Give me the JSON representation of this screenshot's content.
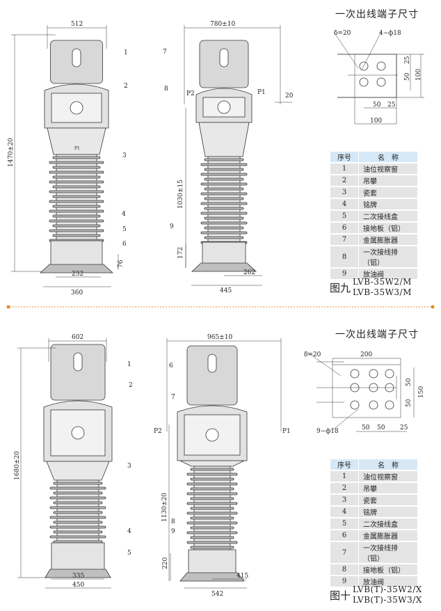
{
  "terminal_title": "一次出线端子尺寸",
  "fig9": {
    "label": "图九",
    "models": [
      "LVB-35W2/M",
      "LVB-35W3/M"
    ],
    "front": {
      "width": "512",
      "height": "1470±20",
      "base_inner": "232",
      "base_outer": "360",
      "foot": "76",
      "callouts": [
        "1",
        "2",
        "3",
        "4",
        "5",
        "6"
      ],
      "plate": "P1"
    },
    "side": {
      "width": "780±10",
      "height": "1030±15",
      "base_h": "172",
      "offset": "262",
      "base": "445",
      "terminal": "20",
      "p2": "P2",
      "p1": "P1",
      "callouts": [
        "7",
        "8",
        "9"
      ]
    },
    "terminal": {
      "thickness": "δ=20",
      "holes": "4−ф18",
      "d1": "25",
      "d2": "50",
      "d3": "100",
      "w1": "50",
      "w2": "25",
      "w3": "100"
    },
    "table": {
      "headers": [
        "序号",
        "名　称"
      ],
      "rows": [
        [
          "1",
          "油位视察窗"
        ],
        [
          "2",
          "吊攀"
        ],
        [
          "3",
          "瓷套"
        ],
        [
          "4",
          "铭牌"
        ],
        [
          "5",
          "二次接线盒"
        ],
        [
          "6",
          "接地板（铝）"
        ],
        [
          "7",
          "金属膨胀器"
        ],
        [
          "8",
          "一次接线排（铝）"
        ],
        [
          "9",
          "放油阀"
        ]
      ]
    }
  },
  "fig10": {
    "label": "图十",
    "models": [
      "LVB(T)-35W2/X",
      "LVB(T)-35W3/X"
    ],
    "front": {
      "width": "602",
      "height": "1680±20",
      "base_inner": "335",
      "base_outer": "450",
      "callouts": [
        "1",
        "2",
        "3",
        "4",
        "5"
      ]
    },
    "side": {
      "width": "965±10",
      "height": "1130±20",
      "base_h": "220",
      "offset": "415",
      "base": "542",
      "p2": "P2",
      "p1": "P1",
      "callouts": [
        "6",
        "7",
        "8",
        "9"
      ]
    },
    "terminal": {
      "thickness": "δ=20",
      "holes": "9−ф18",
      "width": "200",
      "d1": "50",
      "d2": "50",
      "d3": "150",
      "w1": "50",
      "w2": "50",
      "w3": "25"
    },
    "table": {
      "headers": [
        "序号",
        "名　称"
      ],
      "rows": [
        [
          "1",
          "油位视察窗"
        ],
        [
          "2",
          "吊攀"
        ],
        [
          "3",
          "瓷套"
        ],
        [
          "4",
          "铭牌"
        ],
        [
          "5",
          "二次接线盒"
        ],
        [
          "6",
          "金属膨胀器"
        ],
        [
          "7",
          "一次接线排（铝）"
        ],
        [
          "8",
          "接地板（铝）"
        ],
        [
          "9",
          "放油阀"
        ]
      ]
    }
  },
  "colors": {
    "divider": "#e8892a",
    "header": "#d6e8f5",
    "row": "#e4e4e4"
  }
}
